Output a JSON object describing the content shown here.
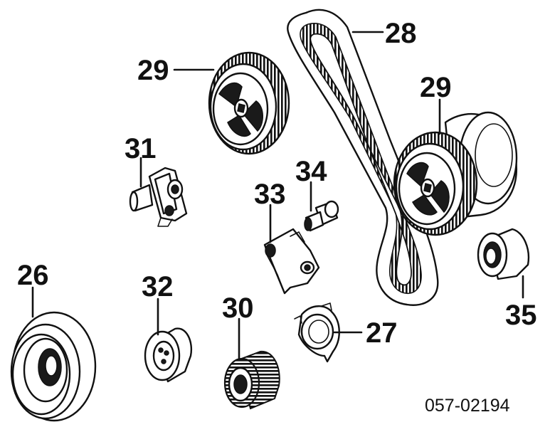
{
  "callouts": {
    "timing_belt": "28",
    "cam_sprocket_left": "29",
    "cam_sprocket_right": "29",
    "tensioner_assembly": "31",
    "idler_pulley": "32",
    "tensioner_arm": "33",
    "pivot_bolt": "34",
    "crank_pulley": "26",
    "crank_sprocket": "30",
    "belt_guide": "27",
    "roller_bearing": "35"
  },
  "figure_code": "057-02194"
}
